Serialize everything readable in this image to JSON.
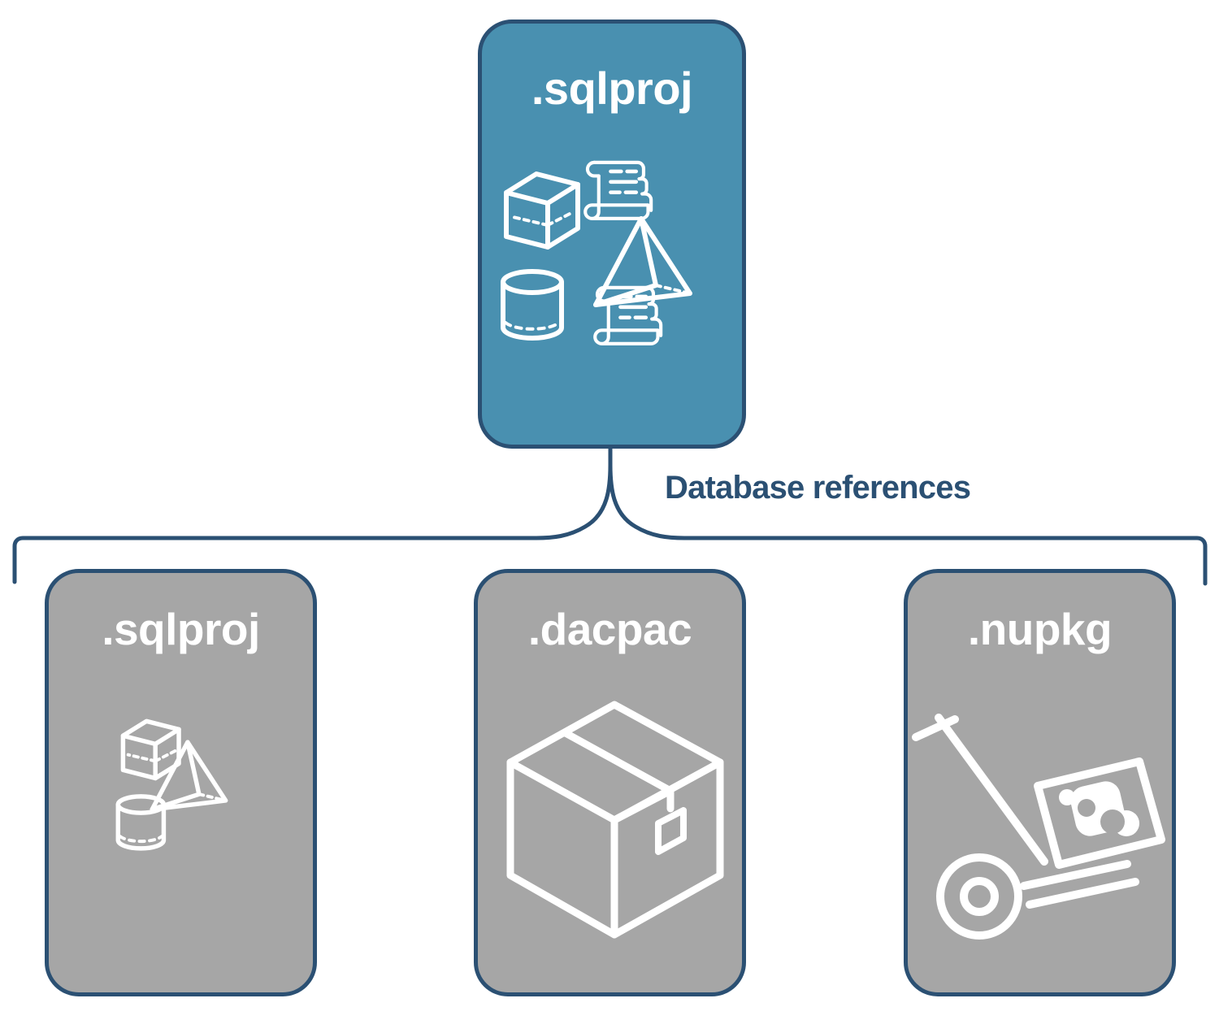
{
  "diagram": {
    "title": "Database references diagram",
    "connector_label": "Database references",
    "colors": {
      "accent_blue": "#4990b0",
      "border_navy": "#2b5073",
      "card_gray": "#a6a6a6",
      "icon_white": "#ffffff",
      "background": "#ffffff"
    }
  },
  "root_card": {
    "title": ".sqlproj",
    "fill": "#4990b0",
    "icons": [
      "cube-icon",
      "script-scroll-icon",
      "pyramid-icon",
      "cylinder-icon",
      "script-scroll-icon"
    ]
  },
  "reference_cards": [
    {
      "title": ".sqlproj",
      "fill": "#a6a6a6",
      "icons": [
        "cube-icon",
        "pyramid-icon",
        "cylinder-icon"
      ]
    },
    {
      "title": ".dacpac",
      "fill": "#a6a6a6",
      "icons": [
        "package-box-icon"
      ]
    },
    {
      "title": ".nupkg",
      "fill": "#a6a6a6",
      "icons": [
        "hand-truck-icon",
        "nuget-package-icon"
      ]
    }
  ]
}
